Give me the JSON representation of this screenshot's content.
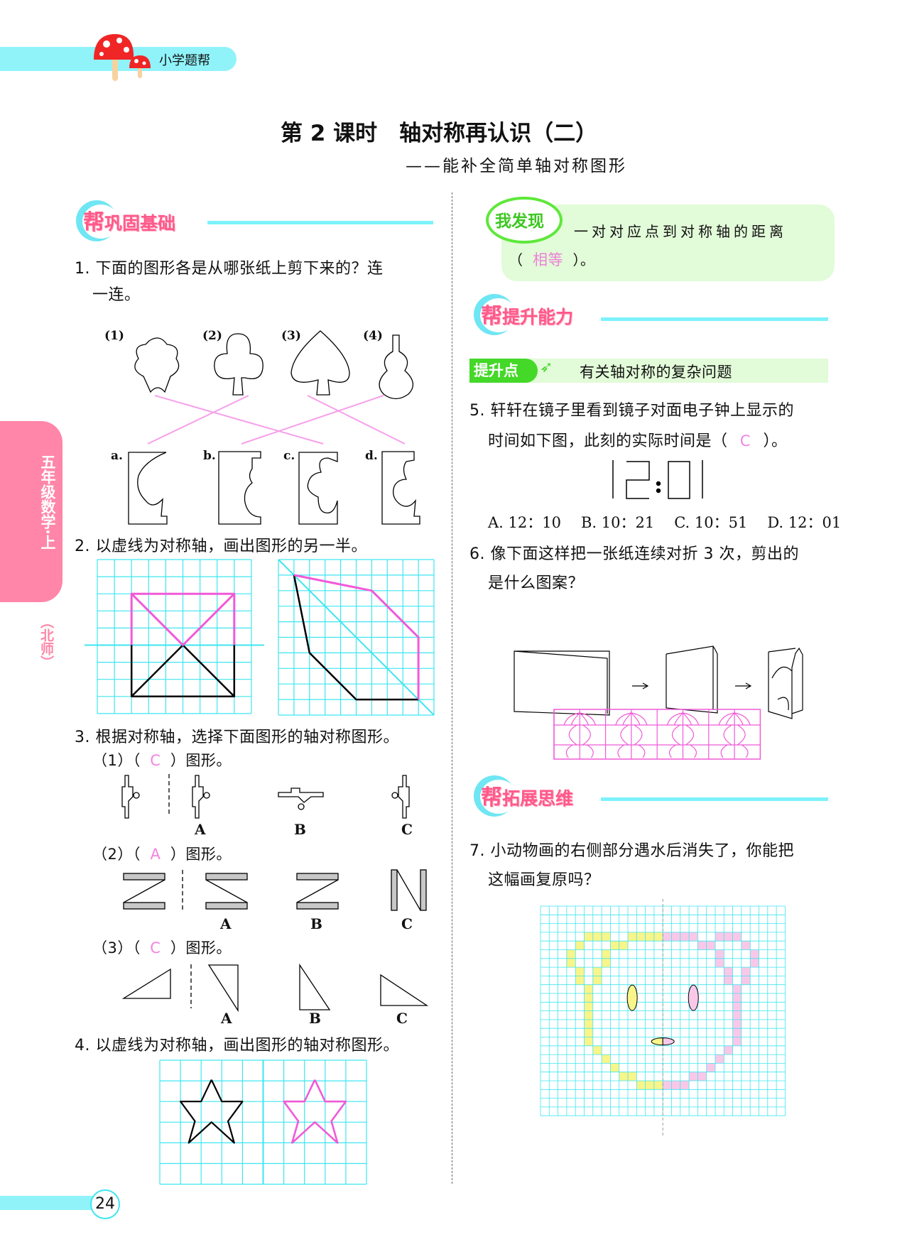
{
  "header": {
    "brand": "小学题帮",
    "page_number": "24",
    "side_tab": "五年级数学·上",
    "side_tab_edition": "（北师）"
  },
  "title": "第 2 课时　轴对称再认识（二）",
  "subtitle": "——能补全简单轴对称图形",
  "colors": {
    "accent_cyan": "#7cf2fb",
    "grid": "#3ee6f0",
    "answer_pink": "#f05ad8",
    "section_pink": "#ff5a8a",
    "discover_bg": "#e2fbd8",
    "tab_pink": "#ff86a8"
  },
  "sections": {
    "basic": {
      "badge": "帮",
      "title": "巩固基础"
    },
    "improve": {
      "badge": "帮",
      "title": "提升能力"
    },
    "extend": {
      "badge": "帮",
      "title": "拓展思维"
    }
  },
  "discover": {
    "label": "我发现",
    "text": "一对对应点到对称轴的距离",
    "blank_open": "（",
    "answer": "相等",
    "blank_close": "）。"
  },
  "keypoint": {
    "label": "提升点",
    "text": "有关轴对称的复杂问题"
  },
  "q1": {
    "line1": "1. 下面的图形各是从哪张纸上剪下来的？连",
    "line2": "一连。",
    "shape_labels": [
      "(1)",
      "(2)",
      "(3)",
      "(4)"
    ],
    "paper_labels": [
      "a.",
      "b.",
      "c.",
      "d."
    ]
  },
  "q2": {
    "text": "2. 以虚线为对称轴，画出图形的另一半。"
  },
  "q3": {
    "text": "3. 根据对称轴，选择下面图形的轴对称图形。",
    "parts": [
      {
        "prefix": "（1）（",
        "answer": "C",
        "suffix": "）图形。",
        "options": [
          "A",
          "B",
          "C"
        ]
      },
      {
        "prefix": "（2）（",
        "answer": "A",
        "suffix": "）图形。",
        "options": [
          "A",
          "B",
          "C"
        ]
      },
      {
        "prefix": "（3）（",
        "answer": "C",
        "suffix": "）图形。",
        "options": [
          "A",
          "B",
          "C"
        ]
      }
    ]
  },
  "q4": {
    "text": "4. 以虚线为对称轴，画出图形的轴对称图形。"
  },
  "q5": {
    "line1": "5. 轩轩在镜子里看到镜子对面电子钟上显示的",
    "line2_prefix": "时间如下图，此刻的实际时间是（",
    "answer": "C",
    "line2_suffix": "）。",
    "options": [
      "A. 12：10",
      "B. 10：21",
      "C. 10：51",
      "D. 12：01"
    ]
  },
  "q6": {
    "line1": "6. 像下面这样把一张纸连续对折 3 次，剪出的",
    "line2": "是什么图案？"
  },
  "q7": {
    "line1": "7. 小动物画的右侧部分遇水后消失了，你能把",
    "line2": "这幅画复原吗？"
  }
}
